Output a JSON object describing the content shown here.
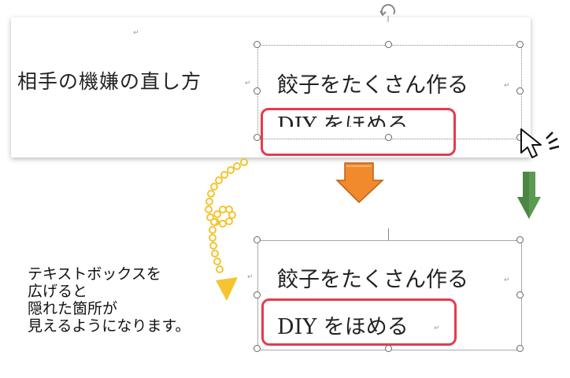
{
  "top": {
    "left_text": "相手の機嫌の直し方",
    "box_line1": "餃子をたくさん作る",
    "box_line2_partial": "DIY をほめる"
  },
  "bottom": {
    "box_line1": "餃子をたくさん作る",
    "box_line2": "DIY をほめる"
  },
  "caption": {
    "line1": "テキストボックスを",
    "line2": "広げると",
    "line3": "隠れた箇所が",
    "line4": "見えるようになります。"
  },
  "marks": {
    "return": "↵"
  },
  "colors": {
    "red_frame": "#e63b4d",
    "orange_arrow": "#f08a2c",
    "green_arrow": "#5c9a52",
    "yellow_dots": "#f4c431"
  },
  "icons": [
    "rotate-handle-icon",
    "cursor-icon",
    "down-arrow-orange-icon",
    "down-arrow-green-icon",
    "dotted-curve-arrow-icon"
  ]
}
